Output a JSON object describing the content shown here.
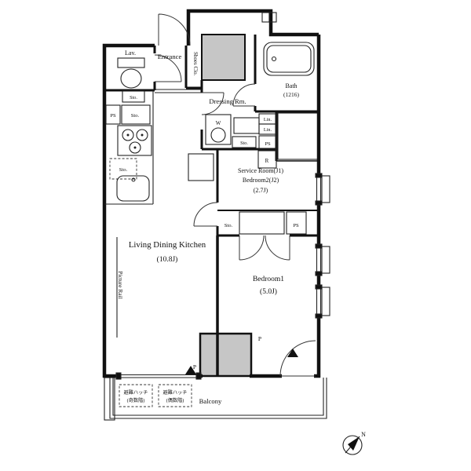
{
  "colors": {
    "background": "#ffffff",
    "wall": "#111111",
    "shaft_fill": "#c6c6c6",
    "pillar_fill": "#c6c6c6",
    "hatch_line": "#979797"
  },
  "rooms": {
    "lav": "Lav.",
    "entrance": "Entrance",
    "shoes_closet": "Shoes Clo.",
    "bath": "Bath",
    "bath_size": "(1216)",
    "dressing_room": "Dressing Rm.",
    "service_room_line1": "Service Room(J1)",
    "service_room_line2": "Bedroom2(J2)",
    "service_room_size": "(2.7J)",
    "ldk_line1": "Living Dining Kitchen",
    "ldk_size": "(10.8J)",
    "bedroom1": "Bedroom1",
    "bedroom1_size": "(5.0J)",
    "balcony": "Balcony"
  },
  "small_labels": {
    "ps": "PS",
    "sto": "Sto.",
    "lin": "Lin.",
    "washer": "W",
    "fridge": "R",
    "pillar": "P",
    "picture_rail": "Picture Rail"
  },
  "annotations": {
    "hatch_odd_line1": "避難ハッチ",
    "hatch_odd_line2": "(奇数階)",
    "hatch_even_line1": "避難ハッチ",
    "hatch_even_line2": "(偶数階)"
  },
  "compass": {
    "north_label": "N"
  }
}
